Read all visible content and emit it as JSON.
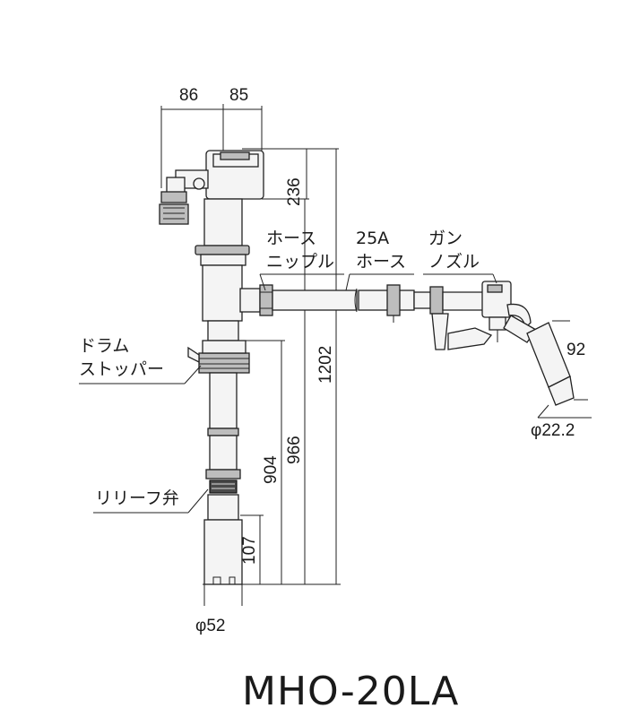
{
  "dimensions": {
    "w86": "86",
    "w85": "85",
    "h236": "236",
    "h1202": "1202",
    "h966": "966",
    "h904": "904",
    "h107": "107",
    "d92": "92",
    "phi22": "φ22.2",
    "phi52": "φ52"
  },
  "labels": {
    "hose_nipple_1": "ホース",
    "hose_nipple_2": "ニップル",
    "hose25a_1": "25A",
    "hose25a_2": "ホース",
    "gun_nozzle_1": "ガン",
    "gun_nozzle_2": "ノズル",
    "drum_stopper_1": "ドラム",
    "drum_stopper_2": "ストッパー",
    "relief_valve": "リリーフ弁"
  },
  "model": "MHO-20LA"
}
